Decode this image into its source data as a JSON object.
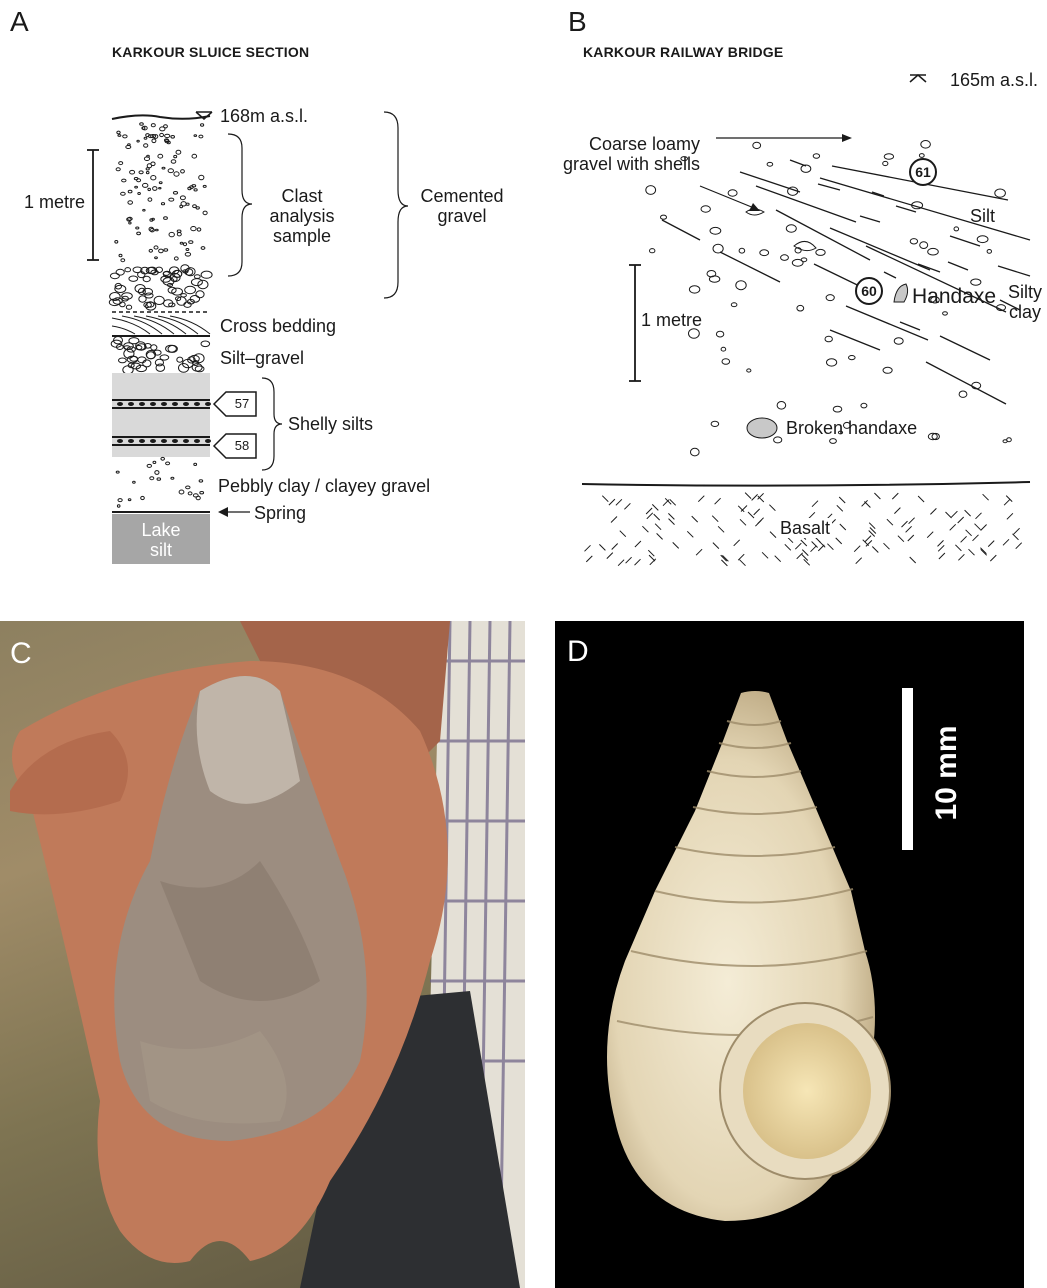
{
  "panelA": {
    "letter": "A",
    "title": "KARKOUR SLUICE SECTION",
    "top_elevation": "168m a.s.l.",
    "scale_label": "1 metre",
    "clast_label": "Clast analysis sample",
    "cemented_label": "Cemented gravel",
    "cross_bedding": "Cross bedding",
    "silt_gravel": "Silt–gravel",
    "sample_57": "57",
    "sample_58": "58",
    "shelly_silts": "Shelly silts",
    "pebbly": "Pebbly clay / clayey gravel",
    "spring": "Spring",
    "lake_silt": "Lake silt"
  },
  "panelB": {
    "letter": "B",
    "title": "KARKOUR RAILWAY BRIDGE",
    "elevation": "165m a.s.l.",
    "coarse_label": "Coarse loamy gravel with shells",
    "sample_61": "61",
    "silt": "Silt",
    "sample_60": "60",
    "handaxe": "Handaxe",
    "silty_clay": "Silty clay",
    "scale_label": "1 metre",
    "broken_handaxe": "Broken handaxe",
    "basalt": "Basalt"
  },
  "panelC": {
    "letter": "C"
  },
  "panelD": {
    "letter": "D",
    "scale_label": "10 mm"
  },
  "colors": {
    "ink": "#1a1a1a",
    "shelly_fill": "#d9d9d9",
    "lake_silt_fill": "#a6a6a6",
    "handaxe_fill": "#c8c8c8",
    "shell_bg": "#000000",
    "shell_color": "#e8dcc0"
  }
}
